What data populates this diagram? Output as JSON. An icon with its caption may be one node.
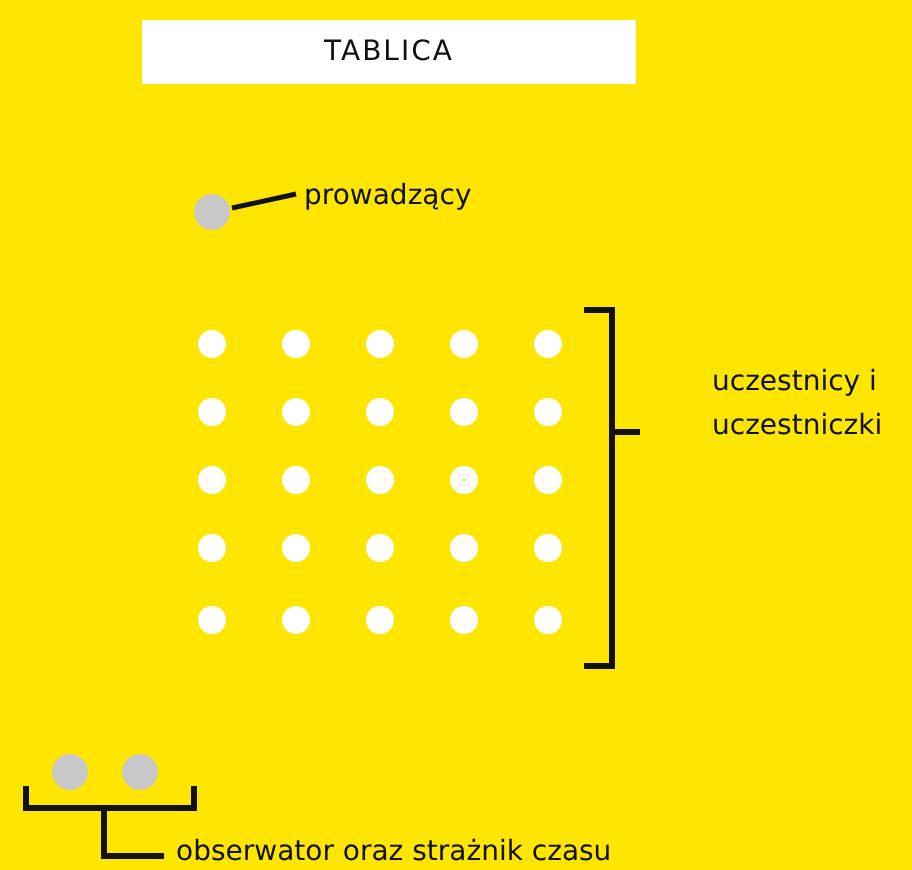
{
  "diagram": {
    "nodes": [
      {
        "text": [
          "TABLICA"
        ]
      },
      {
        "text": [],
        "shape": "circle"
      },
      {
        "text": [
          "prowadzący"
        ]
      }
    ],
    "edges": [
      {
        "from": 2,
        "to": 1,
        "arrow": "none"
      }
    ],
    "labels": [
      "uczestnicy i uczestniczki",
      "obserwator oraz strażnik czasu"
    ]
  }
}
